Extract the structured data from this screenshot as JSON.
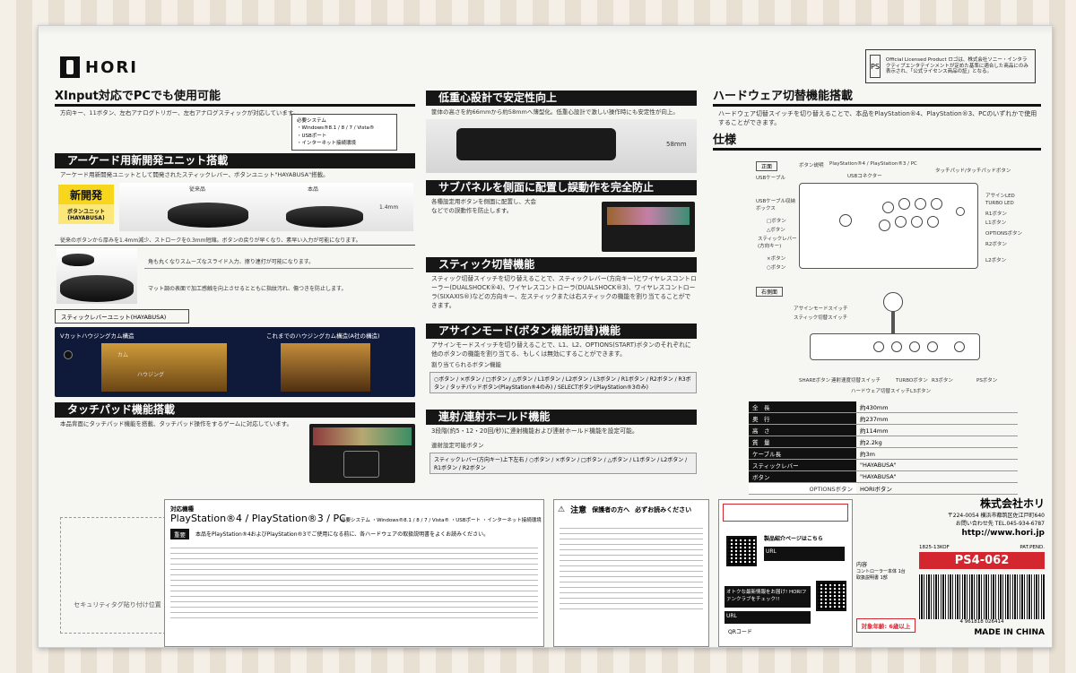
{
  "brand": "HORI",
  "licensed": {
    "ps_mark": "PS",
    "text": "Official Licensed Product ロゴは、株式会社ソニー・インタラクティブエンタテインメントが定めた基準に適合した商品にのみ表示され、「公式ライセンス商品の証」となる。"
  },
  "section_xinput": {
    "title": "XInput対応でPCでも使用可能",
    "text": "方向キー、11ボタン、左右アナログトリガー、左右アナログスティックが対応しています。",
    "req": [
      "必要システム",
      "・Windows®8.1 / 8 / 7 / Vista®",
      "・USBポート",
      "・インターネット接続環境"
    ]
  },
  "section_arcade": {
    "title": "アーケード用新開発ユニット搭載",
    "text": "アーケード用新開発ユニットとして開発されたスティックレバー、ボタンユニット\"HAYABUSA\"搭載。",
    "new_badge": "新開発",
    "unit_label": "ボタンユニット (HAYABUSA)",
    "old_label": "従来品",
    "new_label": "本品",
    "dim": "1.4mm",
    "note": "従来のボタンから厚みを1.4mm減少、ストロークを0.3mm短縮。ボタンの戻りが早くなり、素早い入力が可能になります。",
    "feature1": "角も丸くなりスムーズなスライド入力、擦り連打が可能になります。",
    "feature2": "マット調の表面で加工感触を向上させるとともに指紋汚れ、傷つきを防止します。",
    "lever_title": "スティックレバーユニット(HAYABUSA)",
    "vcut_label": "Vカットハウジングカム構造",
    "old_struct": "これまでのハウジングカム構造(A社の構造)",
    "cam": "カム",
    "housing": "ハウジング"
  },
  "section_touchpad": {
    "title": "タッチパッド機能搭載",
    "text": "本品背面にタッチパッド機能を搭載、タッチパッド操作をするゲームに対応しています。"
  },
  "section_low": {
    "title": "低重心設計で安定性向上",
    "text": "筐体の高さを約66mmから約58mmへ薄型化。低重心設計で激しい操作時にも安定性が向上。",
    "height": "58mm"
  },
  "section_subpanel": {
    "title": "サブパネルを側面に配置し誤動作を完全防止",
    "text": "各種設定用ボタンを側面に配置し、大会などでの誤動作を防止します。"
  },
  "section_stick": {
    "title": "スティック切替機能",
    "text": "スティック切替スイッチを切り替えることで、スティックレバー(方向キー)とワイヤレスコントローラー(DUALSHOCK®4)、ワイヤレスコントローラ(DUALSHOCK®3)、ワイヤレスコントローラ(SIXAXIS®)などの方向キー、左スティックまたは右スティックの機能を割り当てることができます。"
  },
  "section_assign": {
    "title": "アサインモード(ボタン機能切替)機能",
    "text": "アサインモードスイッチを切り替えることで、L1、L2、OPTIONS(START)ボタンのそれぞれに他のボタンの機能を割り当てる、もしくは無効にすることができます。",
    "sub": "割り当てられるボタン機能",
    "buttons": "○ボタン / ×ボタン / □ボタン / △ボタン / L1ボタン / L2ボタン / L3ボタン / R1ボタン / R2ボタン / R3ボタン / タッチパッドボタン(PlayStation®4のみ) / SELECTボタン(PlayStation®3のみ)"
  },
  "section_rapid": {
    "title": "連射/連射ホールド機能",
    "text": "3段階(約5・12・20回/秒)に連射機能および連射ホールド機能を設定可能。",
    "sub": "連射設定可能ボタン",
    "buttons": "スティックレバー(方向キー)上下左右 / ○ボタン / ×ボタン / □ボタン / △ボタン / L1ボタン / L2ボタン / R1ボタン / R2ボタン"
  },
  "section_hw": {
    "title": "ハードウェア切替機能搭載",
    "text": "ハードウェア切替スイッチを切り替えることで、本品をPlayStation®4、PlayStation®3、PCのいずれかで使用することができます。"
  },
  "spec": {
    "title": "仕様",
    "front": "正面",
    "side": "右側面",
    "top_labels": [
      "ボタン説明",
      "PlayStation®4 / PlayStation®3 / PC",
      "タッチパッド/タッチパッドボタン",
      "USBケーブル",
      "USBコネクター"
    ],
    "left_labels": [
      "USBケーブル収納ボックス",
      "□ボタン",
      "△ボタン",
      "スティックレバー(方向キー)",
      "×ボタン",
      "○ボタン"
    ],
    "right_labels": [
      "アサインLED",
      "TURBO LED",
      "R1ボタン",
      "L1ボタン",
      "OPTIONSボタン",
      "R2ボタン",
      "L2ボタン"
    ],
    "side_labels": [
      "アサインモードスイッチ",
      "スティック切替スイッチ",
      "SHAREボタン",
      "連射速度切替スイッチ",
      "ハードウェア切替スイッチ",
      "TURBOボタン",
      "R3ボタン",
      "L3ボタン",
      "PSボタン"
    ],
    "rows": [
      {
        "k": "全　長",
        "v": "約430mm"
      },
      {
        "k": "奥　行",
        "v": "約237mm"
      },
      {
        "k": "高　さ",
        "v": "約114mm"
      },
      {
        "k": "質　量",
        "v": "約2.2kg"
      },
      {
        "k": "ケーブル長",
        "v": "約3m"
      },
      {
        "k": "スティックレバー",
        "v": "\"HAYABUSA\""
      },
      {
        "k": "ボタン",
        "v": "\"HAYABUSA\""
      },
      {
        "k": "OPTIONSボタン",
        "v": "HORIボタン"
      }
    ]
  },
  "bottom": {
    "security": "セキュリティタグ貼り付け位置",
    "compat": "対応機種",
    "platforms": "PlayStation®4 / PlayStation®3 / PC",
    "req_line": "必要システム ・Windows®8.1 / 8 / 7 / Vista® ・USBポート ・インターネット接続環境",
    "important": "重要",
    "important_text": "本品をPlayStation®4およびPlayStation®3でご使用になる前に、各ハードウェアの取扱説明書をよくお読みください。",
    "caution": "注意",
    "caution_sub": "保護者の方へ",
    "caution_sub2": "必ずお読みください",
    "usage_label": "製品紹介ページはこちら",
    "url_label": "URL",
    "fanclub": "オトクな最新情報をお届け! HORIファンクラブをチェック!!",
    "qr_label": "QRコード",
    "contents": "内容",
    "contents_items": [
      "コントローラー本体 1台",
      "取扱説明書 1部"
    ],
    "age": "対象年齢: 6歳以上",
    "company": "株式会社ホリ",
    "address": "〒224-0054 横浜市都筑区佐江戸町640",
    "contact": "お問い合わせ先 TEL.045-934-6787",
    "web": "http://www.hori.jp",
    "code": "1825-13KOF",
    "pat": "PAT.PEND.",
    "model": "PS4-062",
    "barcode_num": "4 961818 026414",
    "made": "MADE IN CHINA"
  }
}
